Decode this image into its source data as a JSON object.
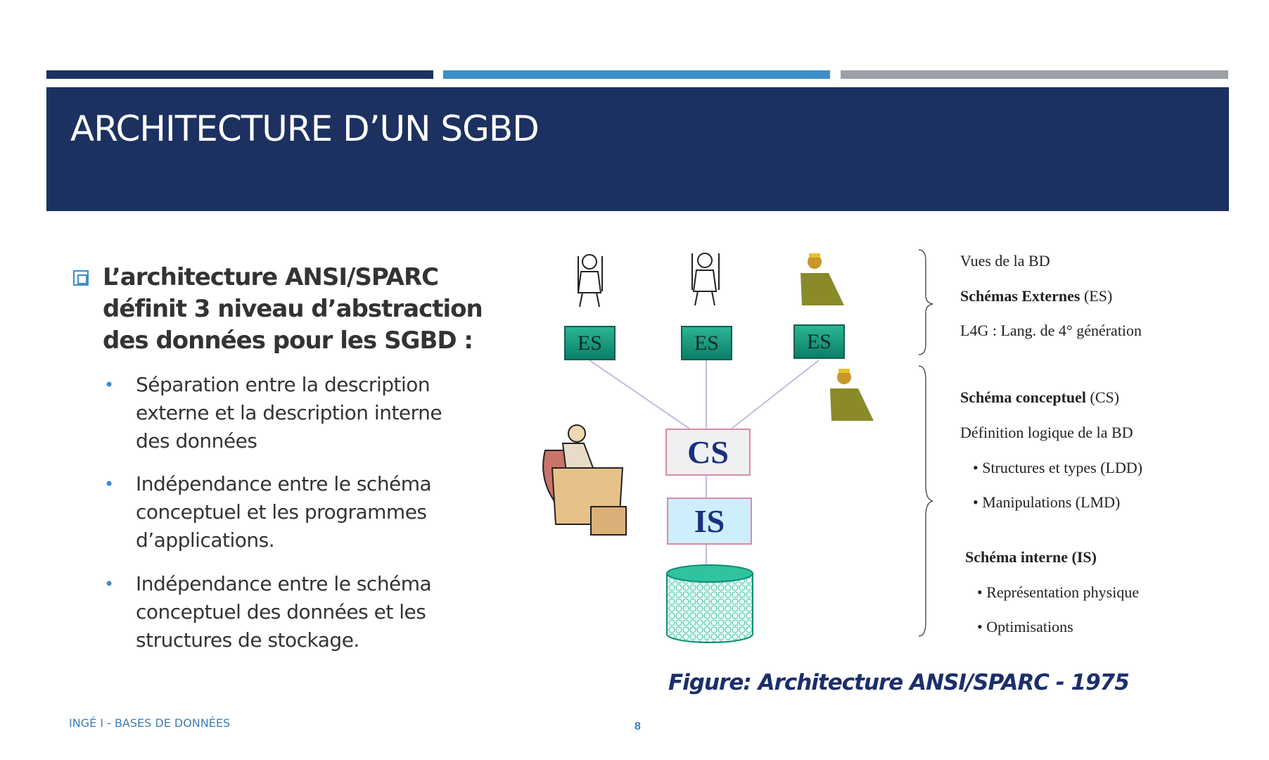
{
  "header": {
    "title": "ARCHITECTURE D’UN SGBD"
  },
  "colors": {
    "bar1": "#1c315f",
    "bar2": "#3b8fc6",
    "bar3": "#9aa0a6",
    "header_bg": "#1c315f",
    "accent": "#3b8fc6"
  },
  "main": {
    "heading": "L’architecture ANSI/SPARC définit 3 niveau d’abstraction des données pour les SGBD :",
    "bullets": [
      "Séparation entre la description externe et la description interne des données",
      "Indépendance entre le schéma conceptuel et les programmes d’applications.",
      "Indépendance entre le schéma conceptuel des données et les structures de stockage."
    ]
  },
  "diagram": {
    "es_label": "ES",
    "cs_label": "CS",
    "is_label": "IS",
    "right": {
      "vues": "Vues de la BD",
      "es_bold": "Schémas Externes",
      "es_abbr": " (ES)",
      "l4g": "L4G : Lang. de 4° génération",
      "cs_bold": "Schéma conceptuel",
      "cs_abbr": " (CS)",
      "def": "Définition logique de la BD",
      "ldd": "• Structures et types (LDD)",
      "lmd": "• Manipulations  (LMD)",
      "is_bold": "Schéma interne (IS)",
      "phys": "• Représentation physique",
      "opt": "• Optimisations"
    }
  },
  "caption": "Figure:   Architecture ANSI/SPARC - 1975",
  "footer": {
    "text": "INGÉ I  - BASES DE DONNÉES",
    "page": "8"
  }
}
